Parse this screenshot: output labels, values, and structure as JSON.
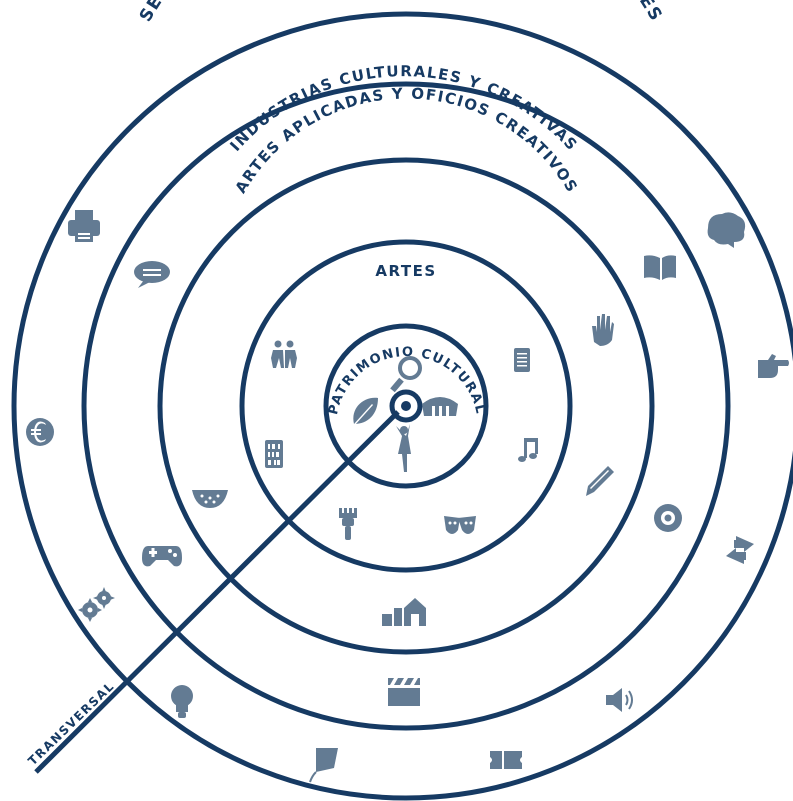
{
  "diagram": {
    "rings": [
      {
        "label": "SERVICIOS DE ARTICULACIÓN E INDUSTRIAS AUXILIARES"
      },
      {
        "label": "INDUSTRIAS CULTURALES Y CREATIVAS"
      },
      {
        "label": "ARTES APLICADAS Y OFICIOS CREATIVOS"
      },
      {
        "label": "ARTES"
      },
      {
        "label": "PATRIMONIO CULTURAL"
      }
    ],
    "transversal_label": "TRANSVERSAL",
    "colors": {
      "line": "#163a63",
      "icon": "#637b93",
      "background": "#ffffff"
    },
    "icons": {
      "patrimonio": [
        "magnifier-icon",
        "leaf-icon",
        "tent-icon",
        "dancer-icon"
      ],
      "artes": [
        "people-icon",
        "tablet-icon",
        "binary-icon",
        "music-note-icon",
        "paintbrush-icon",
        "theater-masks-icon"
      ],
      "artes_aplicadas": [
        "chat-bubble-icon",
        "hand-icon",
        "watermelon-icon",
        "pencil-icon",
        "museum-icon"
      ],
      "industrias": [
        "book-icon",
        "gamepad-icon",
        "disc-icon",
        "clapperboard-icon"
      ],
      "servicios": [
        "printer-icon",
        "brain-icon",
        "pointing-hand-icon",
        "euro-icon",
        "arrows-icon",
        "gears-icon",
        "lightbulb-icon",
        "speaker-icon",
        "kite-icon",
        "ticket-icon"
      ]
    }
  }
}
